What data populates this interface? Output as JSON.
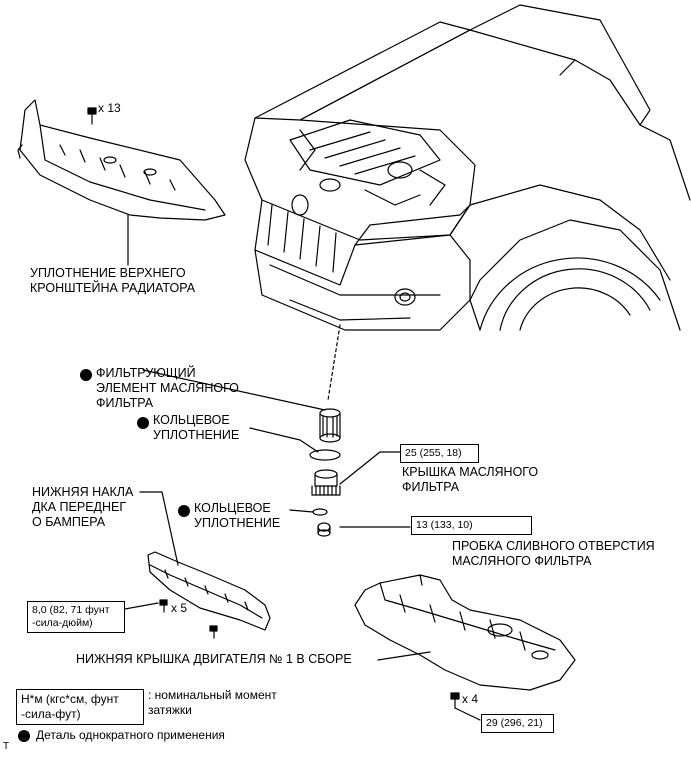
{
  "labels": {
    "radiator_seal": [
      "УПЛОТНЕНИЕ ВЕРХНЕГО",
      "КРОНШТЕЙНА РАДИАТОРА"
    ],
    "oil_filter_element": [
      "ФИЛЬТРУЮЩИЙ",
      "ЭЛЕМЕНТ МАСЛЯНОГО",
      "ФИЛЬТРА"
    ],
    "o_ring_1": [
      "КОЛЬЦЕВОЕ",
      "УПЛОТНЕНИЕ"
    ],
    "oil_filter_cap": [
      "КРЫШКА МАСЛЯНОГО",
      "ФИЛЬТРА"
    ],
    "bumper_cover": [
      "НИЖНЯЯ НАКЛА",
      "ДКА ПЕРЕДНЕГ",
      "О БАМПЕРА"
    ],
    "o_ring_2": [
      "КОЛЬЦЕВОЕ",
      "УПЛОТНЕНИЕ"
    ],
    "drain_plug": [
      "ПРОБКА СЛИВНОГО ОТВЕРСТИЯ",
      "МАСЛЯНОГО ФИЛЬТРА"
    ],
    "engine_cover": "НИЖНЯЯ КРЫШКА ДВИГАТЕЛЯ № 1 В СБОРЕ"
  },
  "quantities": {
    "top_bolts": "x 13",
    "bumper_bolts": "x 5",
    "engine_bolts": "x 4"
  },
  "torque": {
    "filter_cap": "25 (255, 18)",
    "drain_plug": "13 (133, 10)",
    "bumper": [
      "8,0 (82, 71 фунт",
      "-сила-дюйм)"
    ],
    "engine_cover": "29 (296, 21)"
  },
  "legend": {
    "unit_box": [
      "Н*м (кгс*см, фунт",
      "-сила-фут)"
    ],
    "unit_desc": [
      ": номинальный момент",
      "затяжки"
    ],
    "single_use": "Деталь однократного применения"
  },
  "corner_mark": "T",
  "colors": {
    "ink": "#000000",
    "paper": "#ffffff"
  }
}
